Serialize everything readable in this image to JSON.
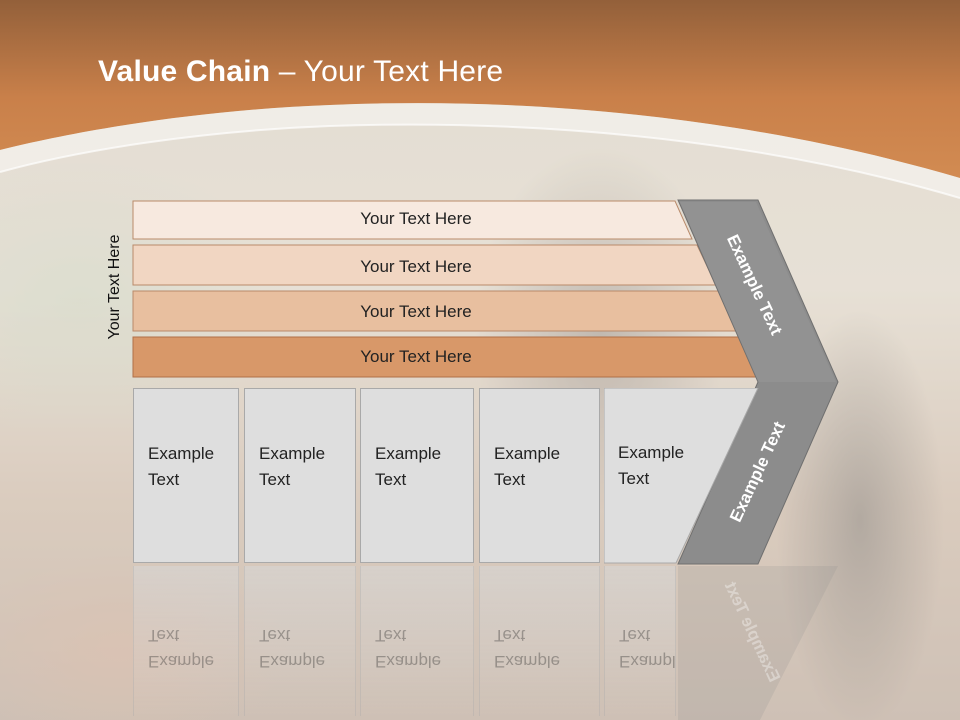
{
  "slide": {
    "title_bold": "Value Chain",
    "title_rest": " – Your Text Here",
    "side_label": "Your Text Here"
  },
  "bars": [
    {
      "label": "Your Text Here",
      "color": "#f7e9df"
    },
    {
      "label": "Your Text Here",
      "color": "#f1d6c2"
    },
    {
      "label": "Your Text Here",
      "color": "#e8bf9f"
    },
    {
      "label": "Your Text Here",
      "color": "#d89869"
    }
  ],
  "cells": [
    {
      "label": "Example\nText"
    },
    {
      "label": "Example\nText"
    },
    {
      "label": "Example\nText"
    },
    {
      "label": "Example\nText"
    },
    {
      "label": "Example\nText"
    }
  ],
  "chevron": {
    "upper_label": "Example Text",
    "lower_label": "Example Text",
    "color": "#8c8c8c"
  },
  "theme": {
    "header_color": "#c98048",
    "header_dark": "#9a5e34"
  }
}
